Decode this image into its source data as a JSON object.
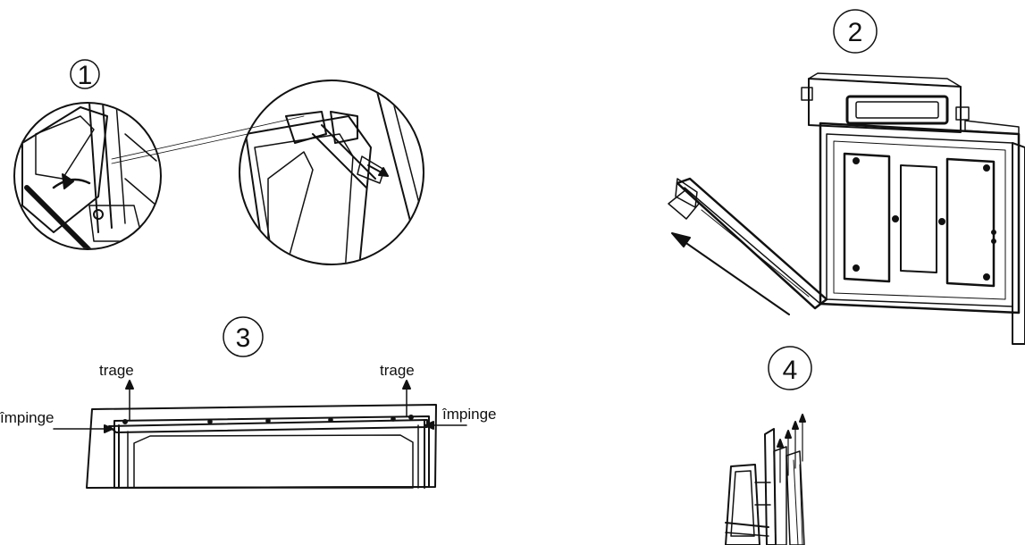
{
  "steps": {
    "step1": "1",
    "step2": "2",
    "step3": "3",
    "step4": "4"
  },
  "labels": {
    "pull_left": "trage",
    "pull_right": "trage",
    "push_left": "împinge",
    "push_right": "împinge"
  },
  "colors": {
    "line": "#111111",
    "background": "#ffffff"
  }
}
